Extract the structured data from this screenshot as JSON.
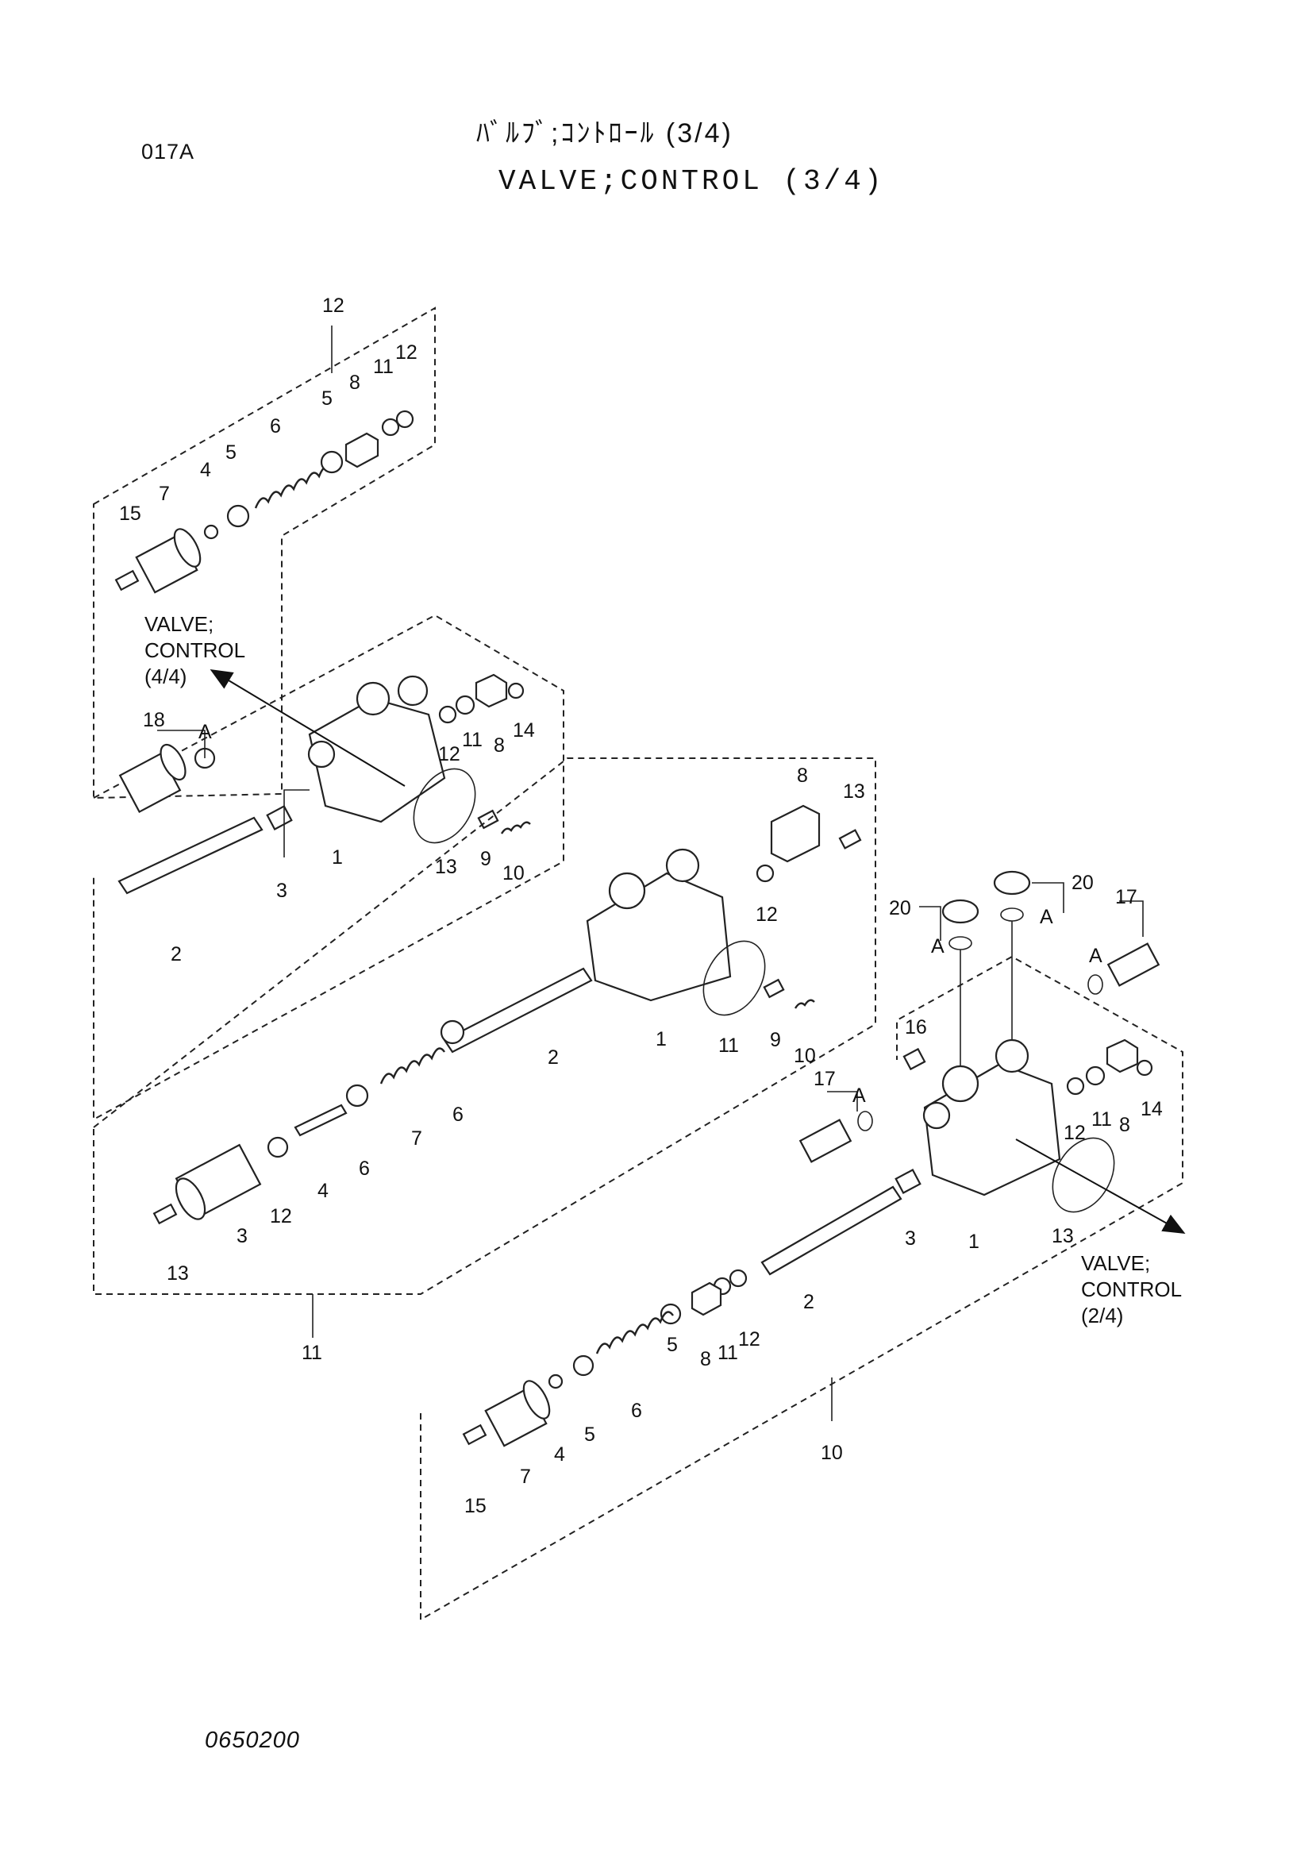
{
  "header": {
    "page_code": "017A",
    "title_jp": "ﾊﾞﾙﾌﾞ;ｺﾝﾄﾛｰﾙ (3/4)",
    "title_en": "VALVE;CONTROL (3/4)"
  },
  "footer": {
    "drawing_number": "0650200"
  },
  "references": {
    "ref_top": {
      "line1": "VALVE;",
      "line2": "CONTROL",
      "line3": "(4/4)"
    },
    "ref_right": {
      "line1": "VALVE;",
      "line2": "CONTROL",
      "line3": "(2/4)"
    }
  },
  "marker": "A",
  "assembly_top": {
    "group": "12",
    "labels": [
      "15",
      "7",
      "4",
      "5",
      "6",
      "5",
      "8",
      "11",
      "12",
      "18",
      "12",
      "11",
      "8",
      "14",
      "1",
      "13",
      "9",
      "10",
      "3",
      "2"
    ]
  },
  "assembly_middle": {
    "group": "11",
    "labels": [
      "8",
      "13",
      "12",
      "1",
      "11",
      "9",
      "10",
      "2",
      "6",
      "7",
      "6",
      "4",
      "12",
      "3",
      "13"
    ]
  },
  "assembly_bottom": {
    "group": "10",
    "labels": [
      "20",
      "20",
      "17",
      "16",
      "17",
      "12",
      "11",
      "8",
      "14",
      "1",
      "13",
      "3",
      "2",
      "12",
      "11",
      "8",
      "5",
      "6",
      "5",
      "4",
      "7",
      "15"
    ]
  }
}
